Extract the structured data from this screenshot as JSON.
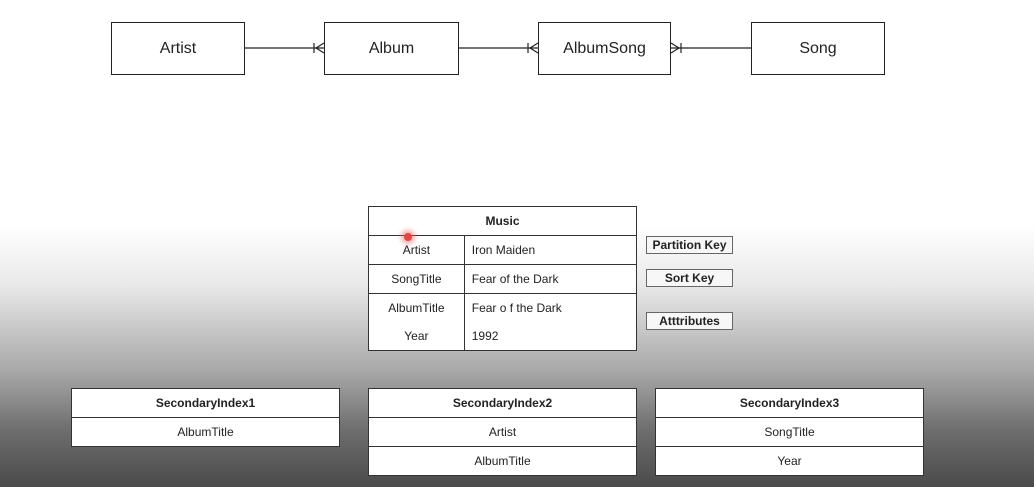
{
  "erd": {
    "entities": [
      "Artist",
      "Album",
      "AlbumSong",
      "Song"
    ]
  },
  "music_table": {
    "title": "Music",
    "rows": [
      {
        "attr": "Artist",
        "value": "Iron Maiden"
      },
      {
        "attr": "SongTitle",
        "value": "Fear of the Dark"
      },
      {
        "attr": "AlbumTitle",
        "value": "Fear o f the Dark"
      },
      {
        "attr": "Year",
        "value": "1992"
      }
    ]
  },
  "labels": {
    "partition_key": "Partition Key",
    "sort_key": "Sort Key",
    "attributes": "Atttributes"
  },
  "indexes": [
    {
      "title": "SecondaryIndex1",
      "fields": [
        "AlbumTitle"
      ]
    },
    {
      "title": "SecondaryIndex2",
      "fields": [
        "Artist",
        "AlbumTitle"
      ]
    },
    {
      "title": "SecondaryIndex3",
      "fields": [
        "SongTitle",
        "Year"
      ]
    }
  ],
  "colors": {
    "line": "#222222",
    "cursor": "#e04646"
  }
}
